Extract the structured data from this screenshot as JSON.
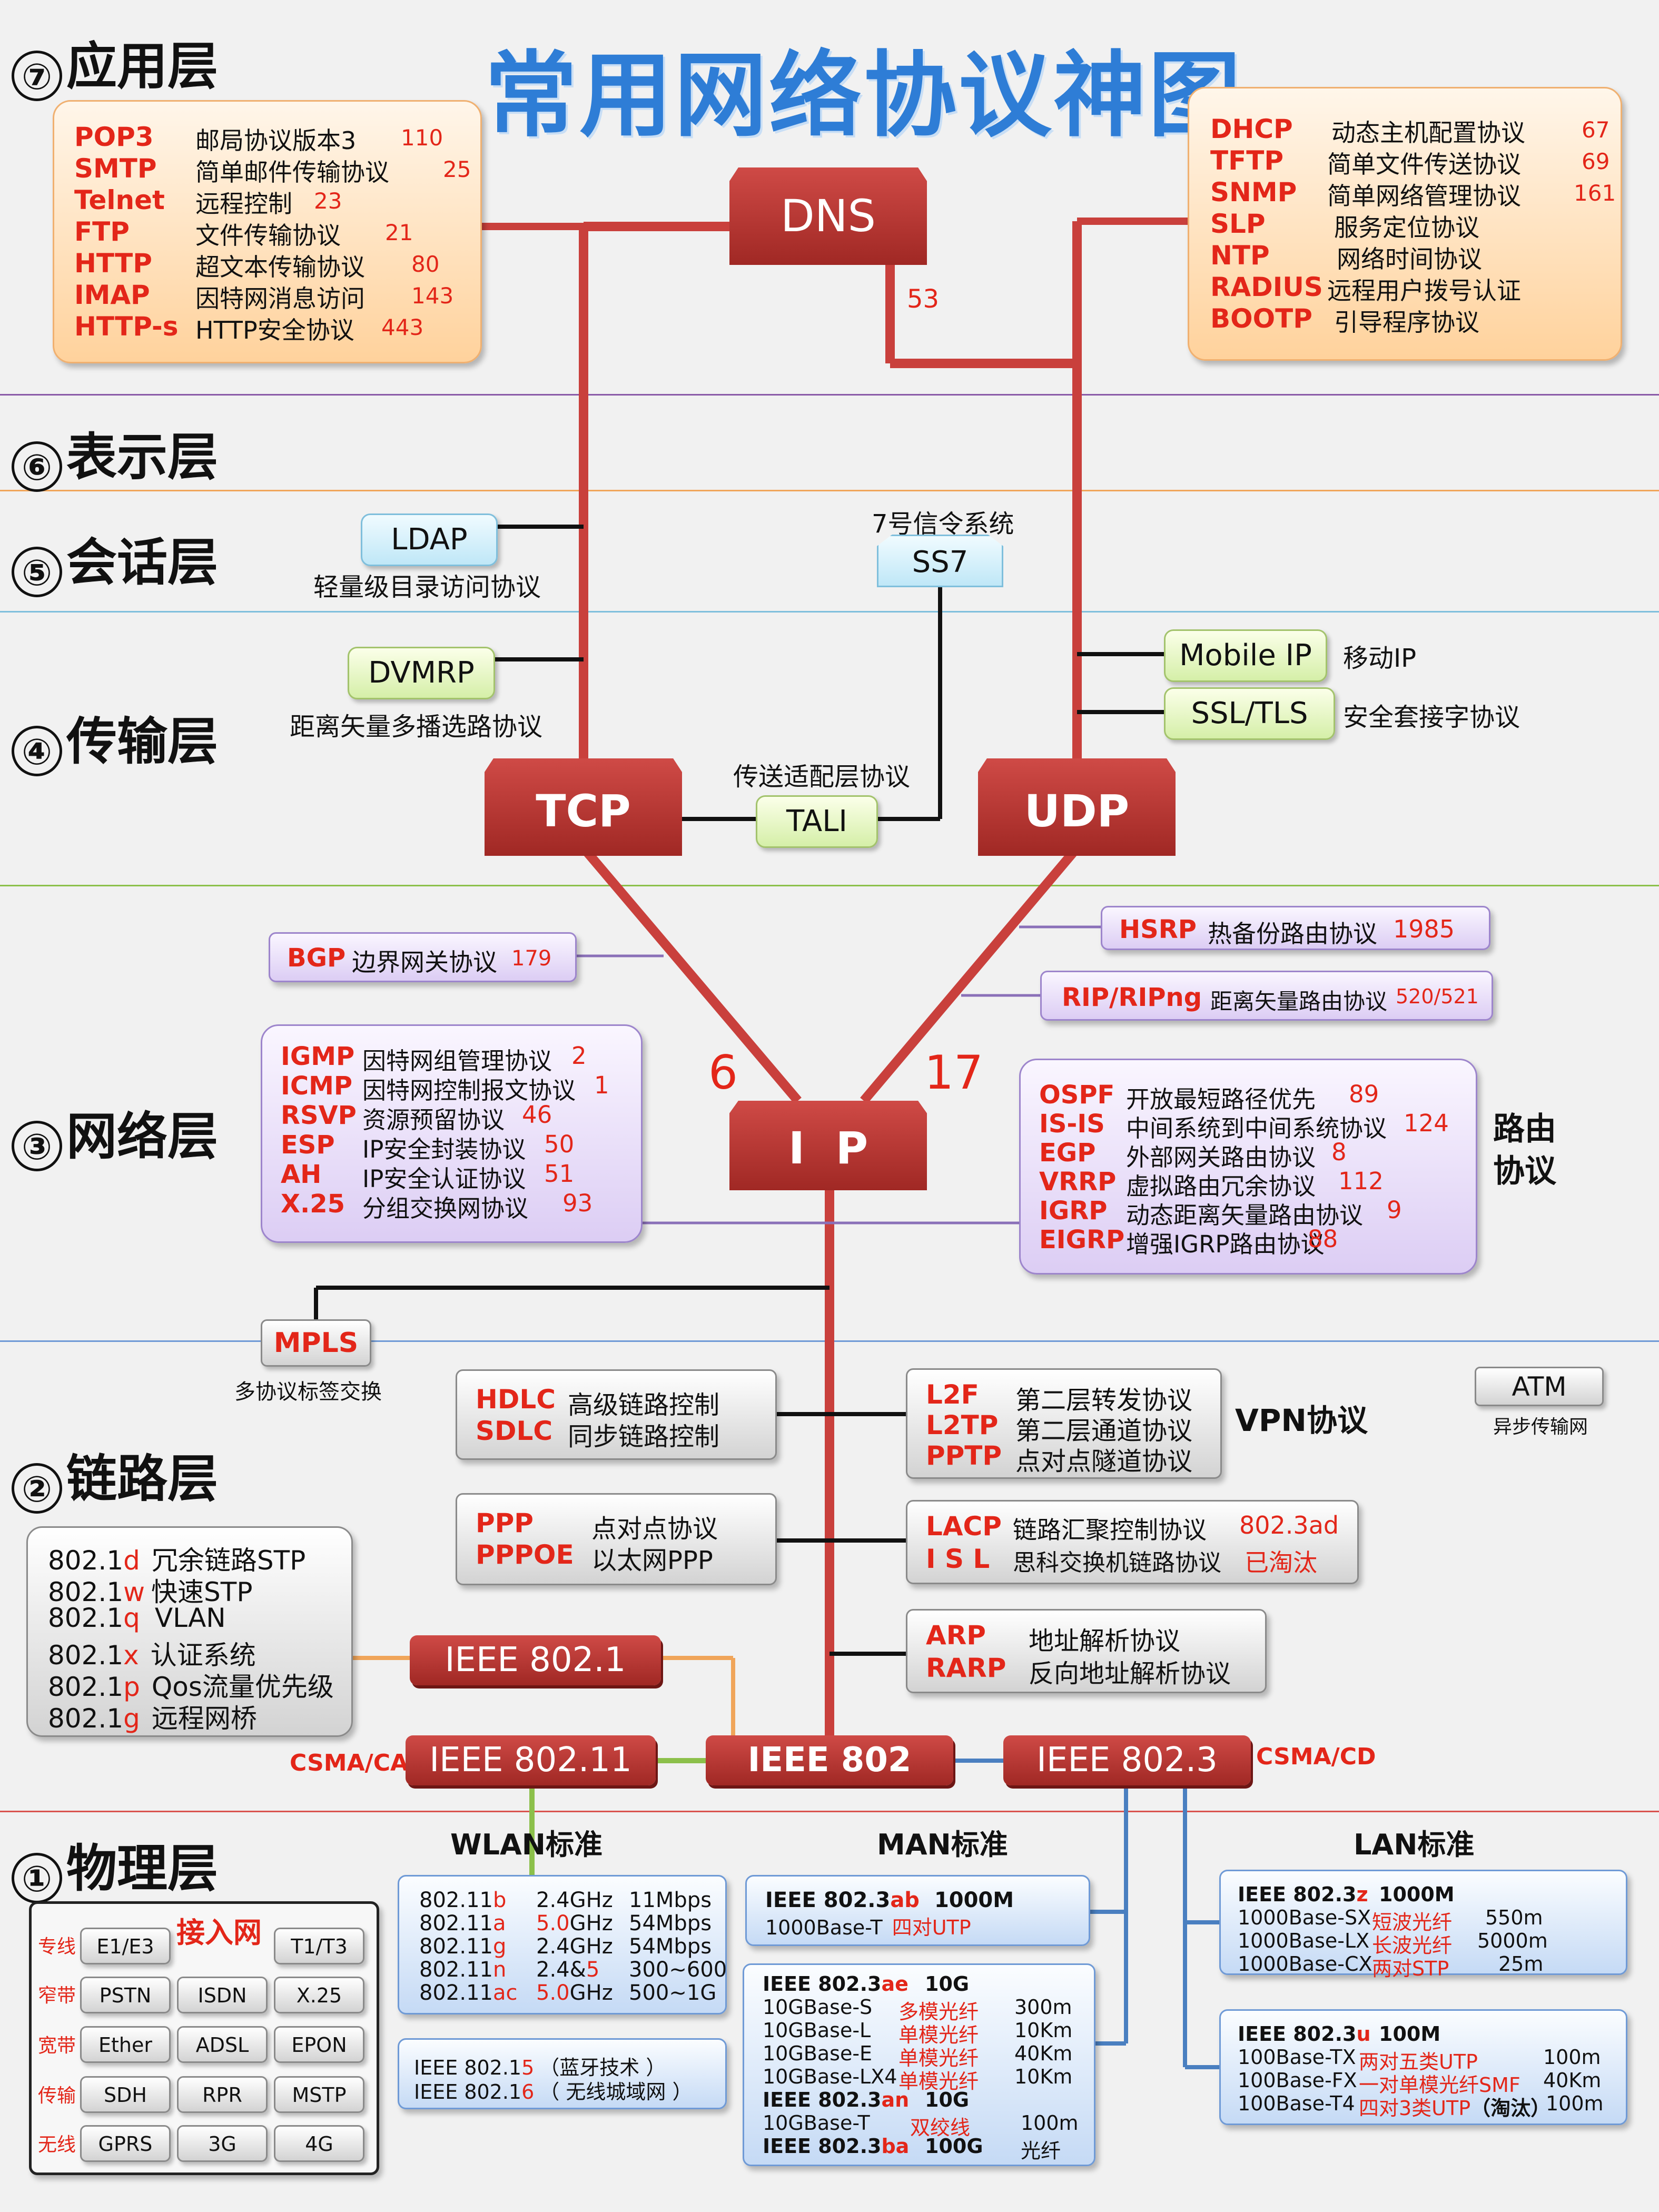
{
  "title": "常用网络协议神图",
  "layers": {
    "application": {
      "num": "⑦",
      "name": "应用层"
    },
    "presentation": {
      "num": "⑥",
      "name": "表示层"
    },
    "session": {
      "num": "⑤",
      "name": "会话层"
    },
    "transport": {
      "num": "④",
      "name": "传输层"
    },
    "network": {
      "num": "③",
      "name": "网络层"
    },
    "datalink": {
      "num": "②",
      "name": "链路层"
    },
    "physical": {
      "num": "①",
      "name": "物理层"
    }
  },
  "app_left": [
    {
      "abbr": "POP3",
      "name": "邮局协议版本3",
      "port": "110"
    },
    {
      "abbr": "SMTP",
      "name": "简单邮件传输协议",
      "port": "25"
    },
    {
      "abbr": "Telnet",
      "name": "远程控制",
      "port": "23"
    },
    {
      "abbr": "FTP",
      "name": "文件传输协议",
      "port": "21"
    },
    {
      "abbr": "HTTP",
      "name": "超文本传输协议",
      "port": "80"
    },
    {
      "abbr": "IMAP",
      "name": "因特网消息访问",
      "port": "143"
    },
    {
      "abbr": "HTTP-s",
      "name": "HTTP安全协议",
      "port": "443"
    }
  ],
  "app_right": [
    {
      "abbr": "DHCP",
      "name": "动态主机配置协议",
      "port": "67"
    },
    {
      "abbr": "TFTP",
      "name": "简单文件传送协议",
      "port": "69"
    },
    {
      "abbr": "SNMP",
      "name": "简单网络管理协议",
      "port": "161"
    },
    {
      "abbr": "SLP",
      "name": "服务定位协议",
      "port": ""
    },
    {
      "abbr": "NTP",
      "name": "网络时间协议",
      "port": ""
    },
    {
      "abbr": "RADIUS",
      "name": "远程用户拨号认证",
      "port": ""
    },
    {
      "abbr": "BOOTP",
      "name": "引导程序协议",
      "port": ""
    }
  ],
  "dns": {
    "label": "DNS",
    "port": "53"
  },
  "session": {
    "ldap": {
      "label": "LDAP",
      "desc": "轻量级目录访问协议"
    },
    "ss7": {
      "label": "SS7",
      "desc": "7号信令系统"
    }
  },
  "transport": {
    "dvmrp": {
      "label": "DVMRP",
      "desc": "距离矢量多播选路协议"
    },
    "mobile_ip": {
      "label": "Mobile IP",
      "desc": "移动IP"
    },
    "ssl": {
      "label": "SSL/TLS",
      "desc": "安全套接字协议"
    },
    "tcp": "TCP",
    "udp": "UDP",
    "tali": {
      "label": "TALI",
      "desc": "传送适配层协议"
    }
  },
  "network": {
    "bgp": {
      "abbr": "BGP",
      "name": "边界网关协议",
      "port": "179"
    },
    "hsrp": {
      "abbr": "HSRP",
      "name": "热备份路由协议",
      "port": "1985"
    },
    "rip": {
      "abbr": "RIP/RIPng",
      "name": "距离矢量路由协议",
      "port": "520/521"
    },
    "left": [
      {
        "abbr": "IGMP",
        "name": "因特网组管理协议",
        "port": "2"
      },
      {
        "abbr": "ICMP",
        "name": "因特网控制报文协议",
        "port": "1"
      },
      {
        "abbr": "RSVP",
        "name": "资源预留协议",
        "port": "46"
      },
      {
        "abbr": "ESP",
        "name": "IP安全封装协议",
        "port": "50"
      },
      {
        "abbr": "AH",
        "name": "IP安全认证协议",
        "port": "51"
      },
      {
        "abbr": "X.25",
        "name": "分组交换网协议",
        "port": "93"
      }
    ],
    "routing": [
      {
        "abbr": "OSPF",
        "name": "开放最短路径优先",
        "port": "89"
      },
      {
        "abbr": "IS-IS",
        "name": "中间系统到中间系统协议",
        "port": "124"
      },
      {
        "abbr": "EGP",
        "name": "外部网关路由协议",
        "port": "8"
      },
      {
        "abbr": "VRRP",
        "name": "虚拟路由冗余协议",
        "port": "112"
      },
      {
        "abbr": "IGRP",
        "name": "动态距离矢量路由协议",
        "port": "9"
      },
      {
        "abbr": "EIGRP",
        "name": "增强IGRP路由协议",
        "port": "88"
      }
    ],
    "routing_title": [
      "路由",
      "协议"
    ],
    "ip": "I  P",
    "tcp_num": "6",
    "udp_num": "17"
  },
  "datalink": {
    "mpls": {
      "label": "MPLS",
      "desc": "多协议标签交换"
    },
    "hdlc": [
      {
        "abbr": "HDLC",
        "name": "高级链路控制"
      },
      {
        "abbr": "SDLC",
        "name": "同步链路控制"
      }
    ],
    "ppp": [
      {
        "abbr": "PPP",
        "name": "点对点协议"
      },
      {
        "abbr": "PPPOE",
        "name": "以太网PPP"
      }
    ],
    "vpn": [
      {
        "abbr": "L2F",
        "name": "第二层转发协议"
      },
      {
        "abbr": "L2TP",
        "name": "第二层通道协议"
      },
      {
        "abbr": "PPTP",
        "name": "点对点隧道协议"
      }
    ],
    "vpn_title": "VPN协议",
    "lacp": [
      {
        "abbr": "LACP",
        "name": "链路汇聚控制协议",
        "note": "802.3ad"
      },
      {
        "abbr": "I S L",
        "name": "思科交换机链路协议",
        "note": "已淘汰"
      }
    ],
    "arp": [
      {
        "abbr": "ARP",
        "name": "地址解析协议"
      },
      {
        "abbr": "RARP",
        "name": "反向地址解析协议"
      }
    ],
    "atm": {
      "label": "ATM",
      "desc": "异步传输网"
    },
    "ieee8021_list": [
      {
        "pre": "802.1",
        "suf": "d",
        "name": "冗余链路STP"
      },
      {
        "pre": "802.1",
        "suf": "w",
        "name": "快速STP"
      },
      {
        "pre": "802.1",
        "suf": "q",
        "name": "VLAN"
      },
      {
        "pre": "802.1",
        "suf": "x",
        "name": "认证系统"
      },
      {
        "pre": "802.1",
        "suf": "p",
        "name": "Qos流量优先级"
      },
      {
        "pre": "802.1",
        "suf": "g",
        "name": "远程网桥"
      }
    ],
    "ieee8021": "IEEE 802.1",
    "ieee80211": "IEEE 802.11",
    "ieee802": "IEEE 802",
    "ieee8023": "IEEE 802.3",
    "csma_ca": "CSMA/CA",
    "csma_cd": "CSMA/CD"
  },
  "physical": {
    "wlan_title": "WLAN标准",
    "man_title": "MAN标准",
    "lan_title": "LAN标准",
    "wlan": [
      {
        "pre": "802.11",
        "suf": "b",
        "band": "2.4GHz",
        "band_red": false,
        "rate": "11Mbps"
      },
      {
        "pre": "802.11",
        "suf": "a",
        "band": "5.0GHz",
        "band_red": true,
        "rate": "54Mbps"
      },
      {
        "pre": "802.11",
        "suf": "g",
        "band": "2.4GHz",
        "band_red": false,
        "rate": "54Mbps"
      },
      {
        "pre": "802.11",
        "suf": "n",
        "band": "2.4&5",
        "band_red": false,
        "rate": "300~600"
      },
      {
        "pre": "802.11",
        "suf": "ac",
        "band": "5.0GHz",
        "band_red": true,
        "rate": "500~1G"
      }
    ],
    "wpan": [
      {
        "pre": "IEEE 802.1",
        "suf": "5",
        "desc": "（蓝牙技术 ）"
      },
      {
        "pre": "IEEE 802.1",
        "suf": "6",
        "desc": "（ 无线城域网 ）"
      }
    ],
    "man_ab": {
      "pre": "IEEE 802.3",
      "suf": "ab",
      "speed": "1000M",
      "line2a": "1000Base-T",
      "line2b": "四对UTP"
    },
    "man_10g": [
      {
        "a": "IEEE 802.3",
        "s": "ae",
        "b": "",
        "c": "10G",
        "head": true
      },
      {
        "a": "10GBase-S",
        "s": "",
        "b": "多模光纤",
        "c": "300m",
        "head": false
      },
      {
        "a": "10GBase-L",
        "s": "",
        "b": "单模光纤",
        "c": "10Km",
        "head": false
      },
      {
        "a": "10GBase-E",
        "s": "",
        "b": "单模光纤",
        "c": "40Km",
        "head": false
      },
      {
        "a": "10GBase-LX4",
        "s": "",
        "b": "单模光纤",
        "c": "10Km",
        "head": false
      },
      {
        "a": "IEEE 802.3",
        "s": "an",
        "b": "",
        "c": "10G",
        "head": true
      },
      {
        "a": "10GBase-T",
        "s": "",
        "b": "双绞线",
        "c": "100m",
        "head": false
      },
      {
        "a": "IEEE 802.3",
        "s": "ba",
        "b": "",
        "c": "100G",
        "head": true,
        "tail": "光纤"
      }
    ],
    "lan_z": [
      {
        "a": "IEEE 802.3",
        "s": "z",
        "b": "",
        "c": "1000M",
        "head": true
      },
      {
        "a": "1000Base-SX",
        "s": "",
        "b": "短波光纤",
        "c": "550m",
        "head": false
      },
      {
        "a": "1000Base-LX",
        "s": "",
        "b": "长波光纤",
        "c": "5000m",
        "head": false
      },
      {
        "a": "1000Base-CX",
        "s": "",
        "b": "两对STP",
        "c": "25m",
        "head": false
      }
    ],
    "lan_u": [
      {
        "a": "IEEE 802.3",
        "s": "u",
        "b": "",
        "c": "100M",
        "head": true
      },
      {
        "a": "100Base-TX",
        "s": "",
        "b": "两对五类UTP",
        "c": "100m",
        "head": false
      },
      {
        "a": "100Base-FX",
        "s": "",
        "b": "一对单模光纤SMF",
        "c": "40Km",
        "head": false
      },
      {
        "a": "100Base-T4",
        "s": "",
        "b": "四对3类UTP",
        "c": "100m",
        "head": false,
        "note": "（淘汰）"
      }
    ],
    "access": {
      "title": "接入网",
      "rows": [
        {
          "label": "专线",
          "items": [
            "E1/E3",
            "T1/T3"
          ]
        },
        {
          "label": "窄带",
          "items": [
            "PSTN",
            "ISDN",
            "X.25"
          ]
        },
        {
          "label": "宽带",
          "items": [
            "Ether",
            "ADSL",
            "EPON"
          ]
        },
        {
          "label": "传输",
          "items": [
            "SDH",
            "RPR",
            "MSTP"
          ]
        },
        {
          "label": "无线",
          "items": [
            "GPRS",
            "3G",
            "4G"
          ]
        }
      ]
    }
  },
  "colors": {
    "trunk": "#c9403c",
    "accent_red": "#e32619",
    "title_blue": "#2e7dd6",
    "orange_wire": "#f0a55a",
    "green_wire": "#8cc04b",
    "blue_wire": "#4a7fc0",
    "purple_wire": "#8a70b8"
  }
}
